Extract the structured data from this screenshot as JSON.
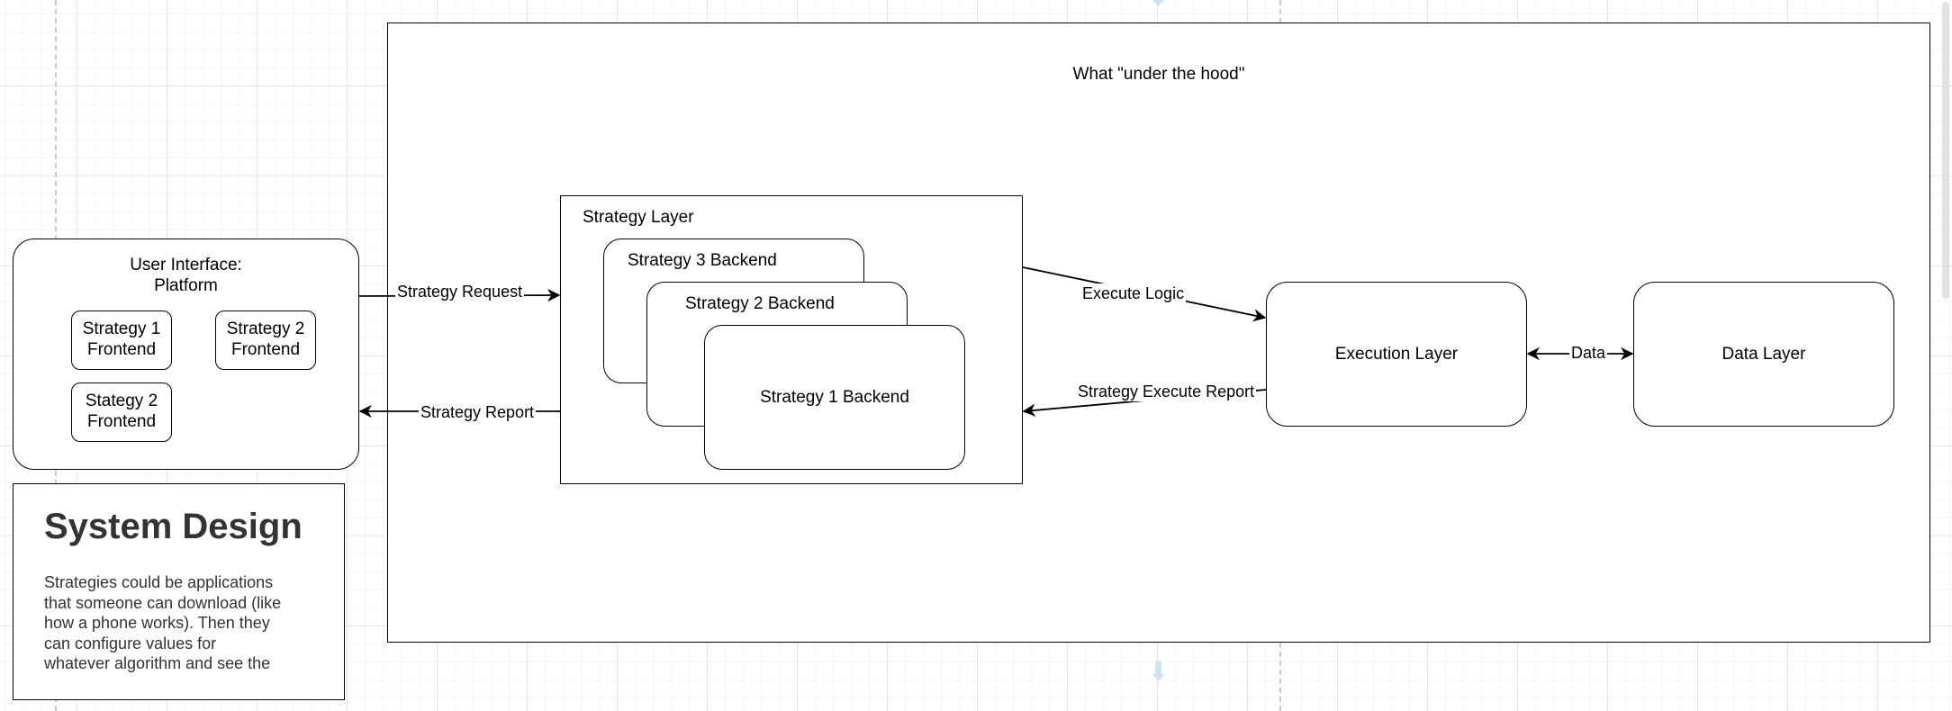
{
  "diagram": {
    "under_the_hood": {
      "title": "What \"under the hood\""
    },
    "user_interface": {
      "title": "User Interface:\nPlatform",
      "frontends": [
        "Strategy 1\nFrontend",
        "Strategy 2\nFrontend",
        "Stategy 2\nFrontend"
      ]
    },
    "strategy_layer": {
      "title": "Strategy Layer",
      "backends": [
        "Strategy 3 Backend",
        "Strategy 2 Backend",
        "Strategy 1 Backend"
      ]
    },
    "execution_layer": {
      "label": "Execution Layer"
    },
    "data_layer": {
      "label": "Data Layer"
    },
    "edges": {
      "strategy_request": "Strategy Request",
      "strategy_report": "Strategy Report",
      "execute_logic": "Execute Logic",
      "strategy_execute_report": "Strategy Execute Report",
      "data": "Data"
    },
    "note": {
      "title": "System Design",
      "body": "Strategies could be applications\nthat someone can download (like\nhow a phone works). Then they\ncan configure values for\nwhatever algorithm and see the"
    }
  }
}
